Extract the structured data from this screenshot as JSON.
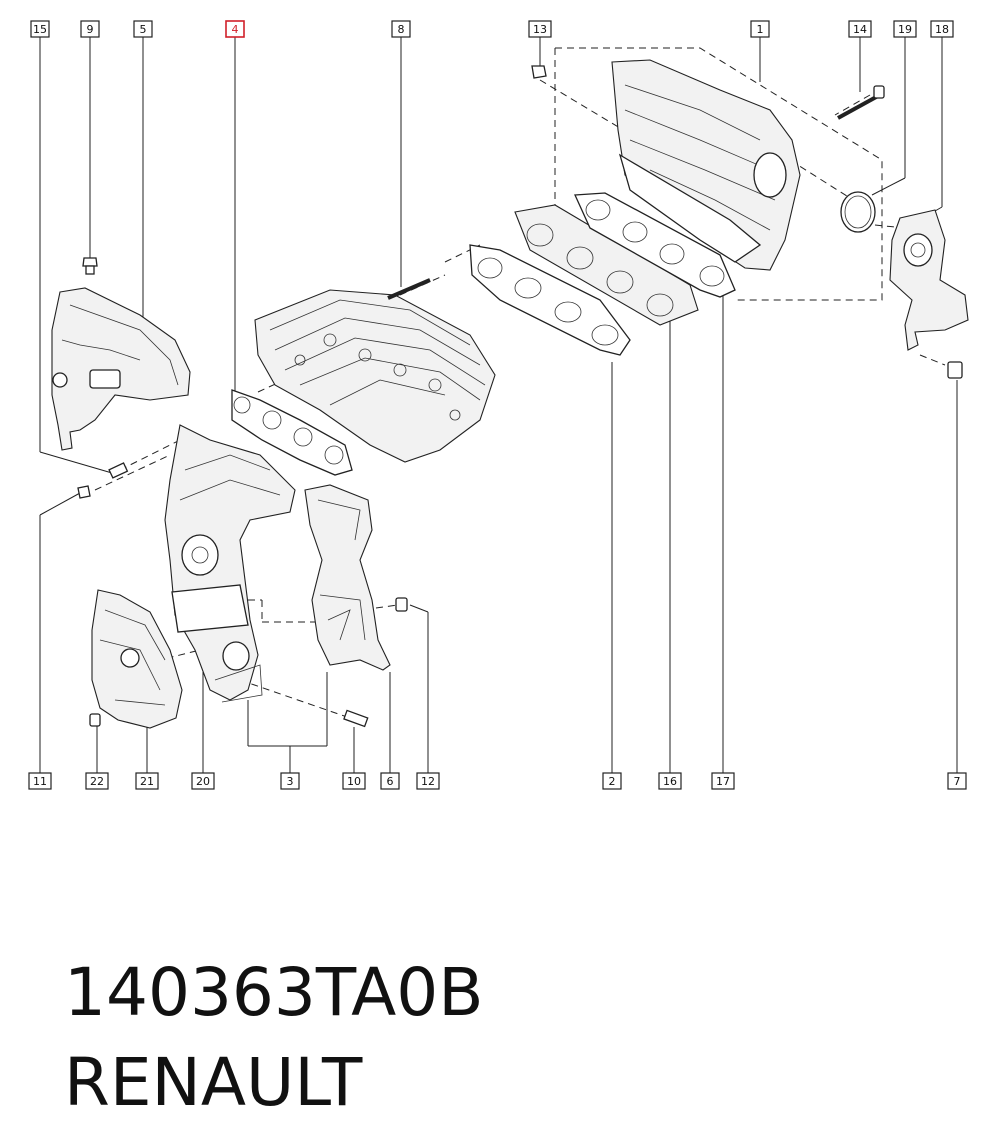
{
  "caption": {
    "part_number": "140363TA0B",
    "brand": "RENAULT"
  },
  "callouts": [
    {
      "id": "15",
      "label": "15",
      "highlight": false
    },
    {
      "id": "9",
      "label": "9",
      "highlight": false
    },
    {
      "id": "5",
      "label": "5",
      "highlight": false
    },
    {
      "id": "4",
      "label": "4",
      "highlight": true
    },
    {
      "id": "8",
      "label": "8",
      "highlight": false
    },
    {
      "id": "13",
      "label": "13",
      "highlight": false
    },
    {
      "id": "1",
      "label": "1",
      "highlight": false
    },
    {
      "id": "14",
      "label": "14",
      "highlight": false
    },
    {
      "id": "19",
      "label": "19",
      "highlight": false
    },
    {
      "id": "18",
      "label": "18",
      "highlight": false
    },
    {
      "id": "11",
      "label": "11",
      "highlight": false
    },
    {
      "id": "22",
      "label": "22",
      "highlight": false
    },
    {
      "id": "21",
      "label": "21",
      "highlight": false
    },
    {
      "id": "20",
      "label": "20",
      "highlight": false
    },
    {
      "id": "3",
      "label": "3",
      "highlight": false
    },
    {
      "id": "10",
      "label": "10",
      "highlight": false
    },
    {
      "id": "6",
      "label": "6",
      "highlight": false
    },
    {
      "id": "12",
      "label": "12",
      "highlight": false
    },
    {
      "id": "2",
      "label": "2",
      "highlight": false
    },
    {
      "id": "16",
      "label": "16",
      "highlight": false
    },
    {
      "id": "17",
      "label": "17",
      "highlight": false
    },
    {
      "id": "7",
      "label": "7",
      "highlight": false
    }
  ],
  "colors": {
    "line": "#222222",
    "highlight": "#d0202a",
    "background": "#ffffff"
  }
}
